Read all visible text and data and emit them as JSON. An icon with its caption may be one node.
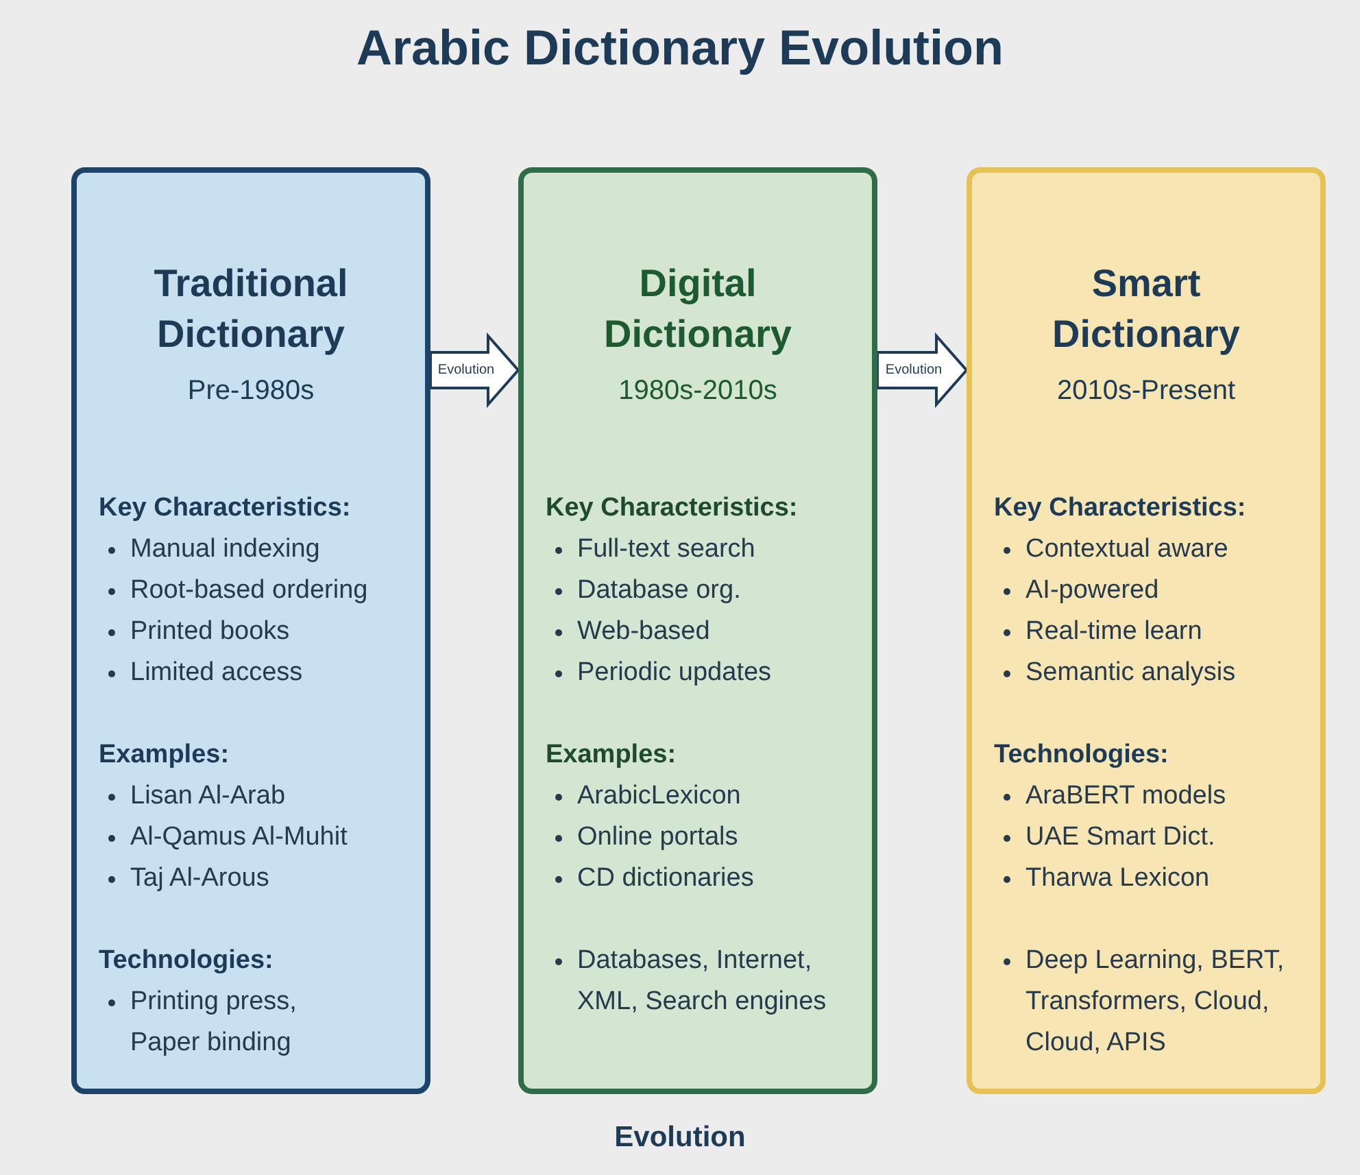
{
  "diagram": {
    "title": "Arabic Dictionary Evolution",
    "nodes": [
      {
        "text": [
          "Traditional Dictionary",
          "Pre-1980s",
          "Key Characteristics:",
          "Manual indexing",
          "Root-based ordering",
          "Printed books",
          "Limited access",
          "Examples:",
          "Lisan Al-Arab",
          "Al-Qamus Al-Muhit",
          "Taj Al-Arous",
          "Technologies:",
          "Printing press, Paper binding"
        ]
      },
      {
        "text": [
          "Digital Dictionary",
          "1980s-2010s",
          "Key Characteristics:",
          "Full-text search",
          "Database org.",
          "Web-based",
          "Periodic updates",
          "Examples:",
          "ArabicLexicon",
          "Online portals",
          "CD dictionaries",
          "Databases, Internet, XML, Search engines"
        ]
      },
      {
        "text": [
          "Smart Dictionary",
          "2010s-Present",
          "Key Characteristics:",
          "Contextual aware",
          "AI-powered",
          "Real-time learn",
          "Semantic analysis",
          "Technologies:",
          "AraBERT models",
          "UAE Smart Dict.",
          "Tharwa Lexicon",
          "Deep Learning, BERT, Transformers, Cloud, Cloud, APIS"
        ]
      }
    ],
    "edges": [
      {
        "from": 0,
        "to": 1,
        "arrow": "to",
        "label": "Evolution"
      },
      {
        "from": 1,
        "to": 2,
        "arrow": "to",
        "label": "Evolution"
      }
    ],
    "labels": [
      "Evolution"
    ]
  }
}
